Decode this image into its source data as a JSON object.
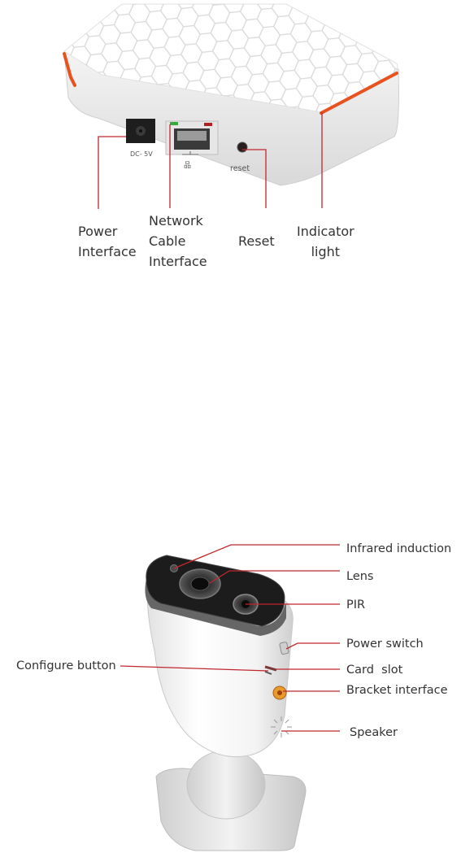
{
  "hub": {
    "port_labels": {
      "dc": "DC- 5V",
      "reset": "reset"
    },
    "callouts": {
      "power": [
        "Power",
        "Interface"
      ],
      "network": [
        "Network",
        "Cable",
        "Interface"
      ],
      "reset": [
        "Reset"
      ],
      "indicator": [
        "Indicator",
        "light"
      ]
    }
  },
  "camera": {
    "callouts": {
      "infrared": "Infrared induction",
      "lens": "Lens",
      "pir": "PIR",
      "power_switch": "Power switch",
      "configure": "Configure button",
      "card_slot": "Card  slot",
      "bracket": "Bracket interface",
      "speaker": "Speaker"
    }
  },
  "colors": {
    "leader_line": "#c0272d",
    "accent_orange": "#e8521f"
  }
}
